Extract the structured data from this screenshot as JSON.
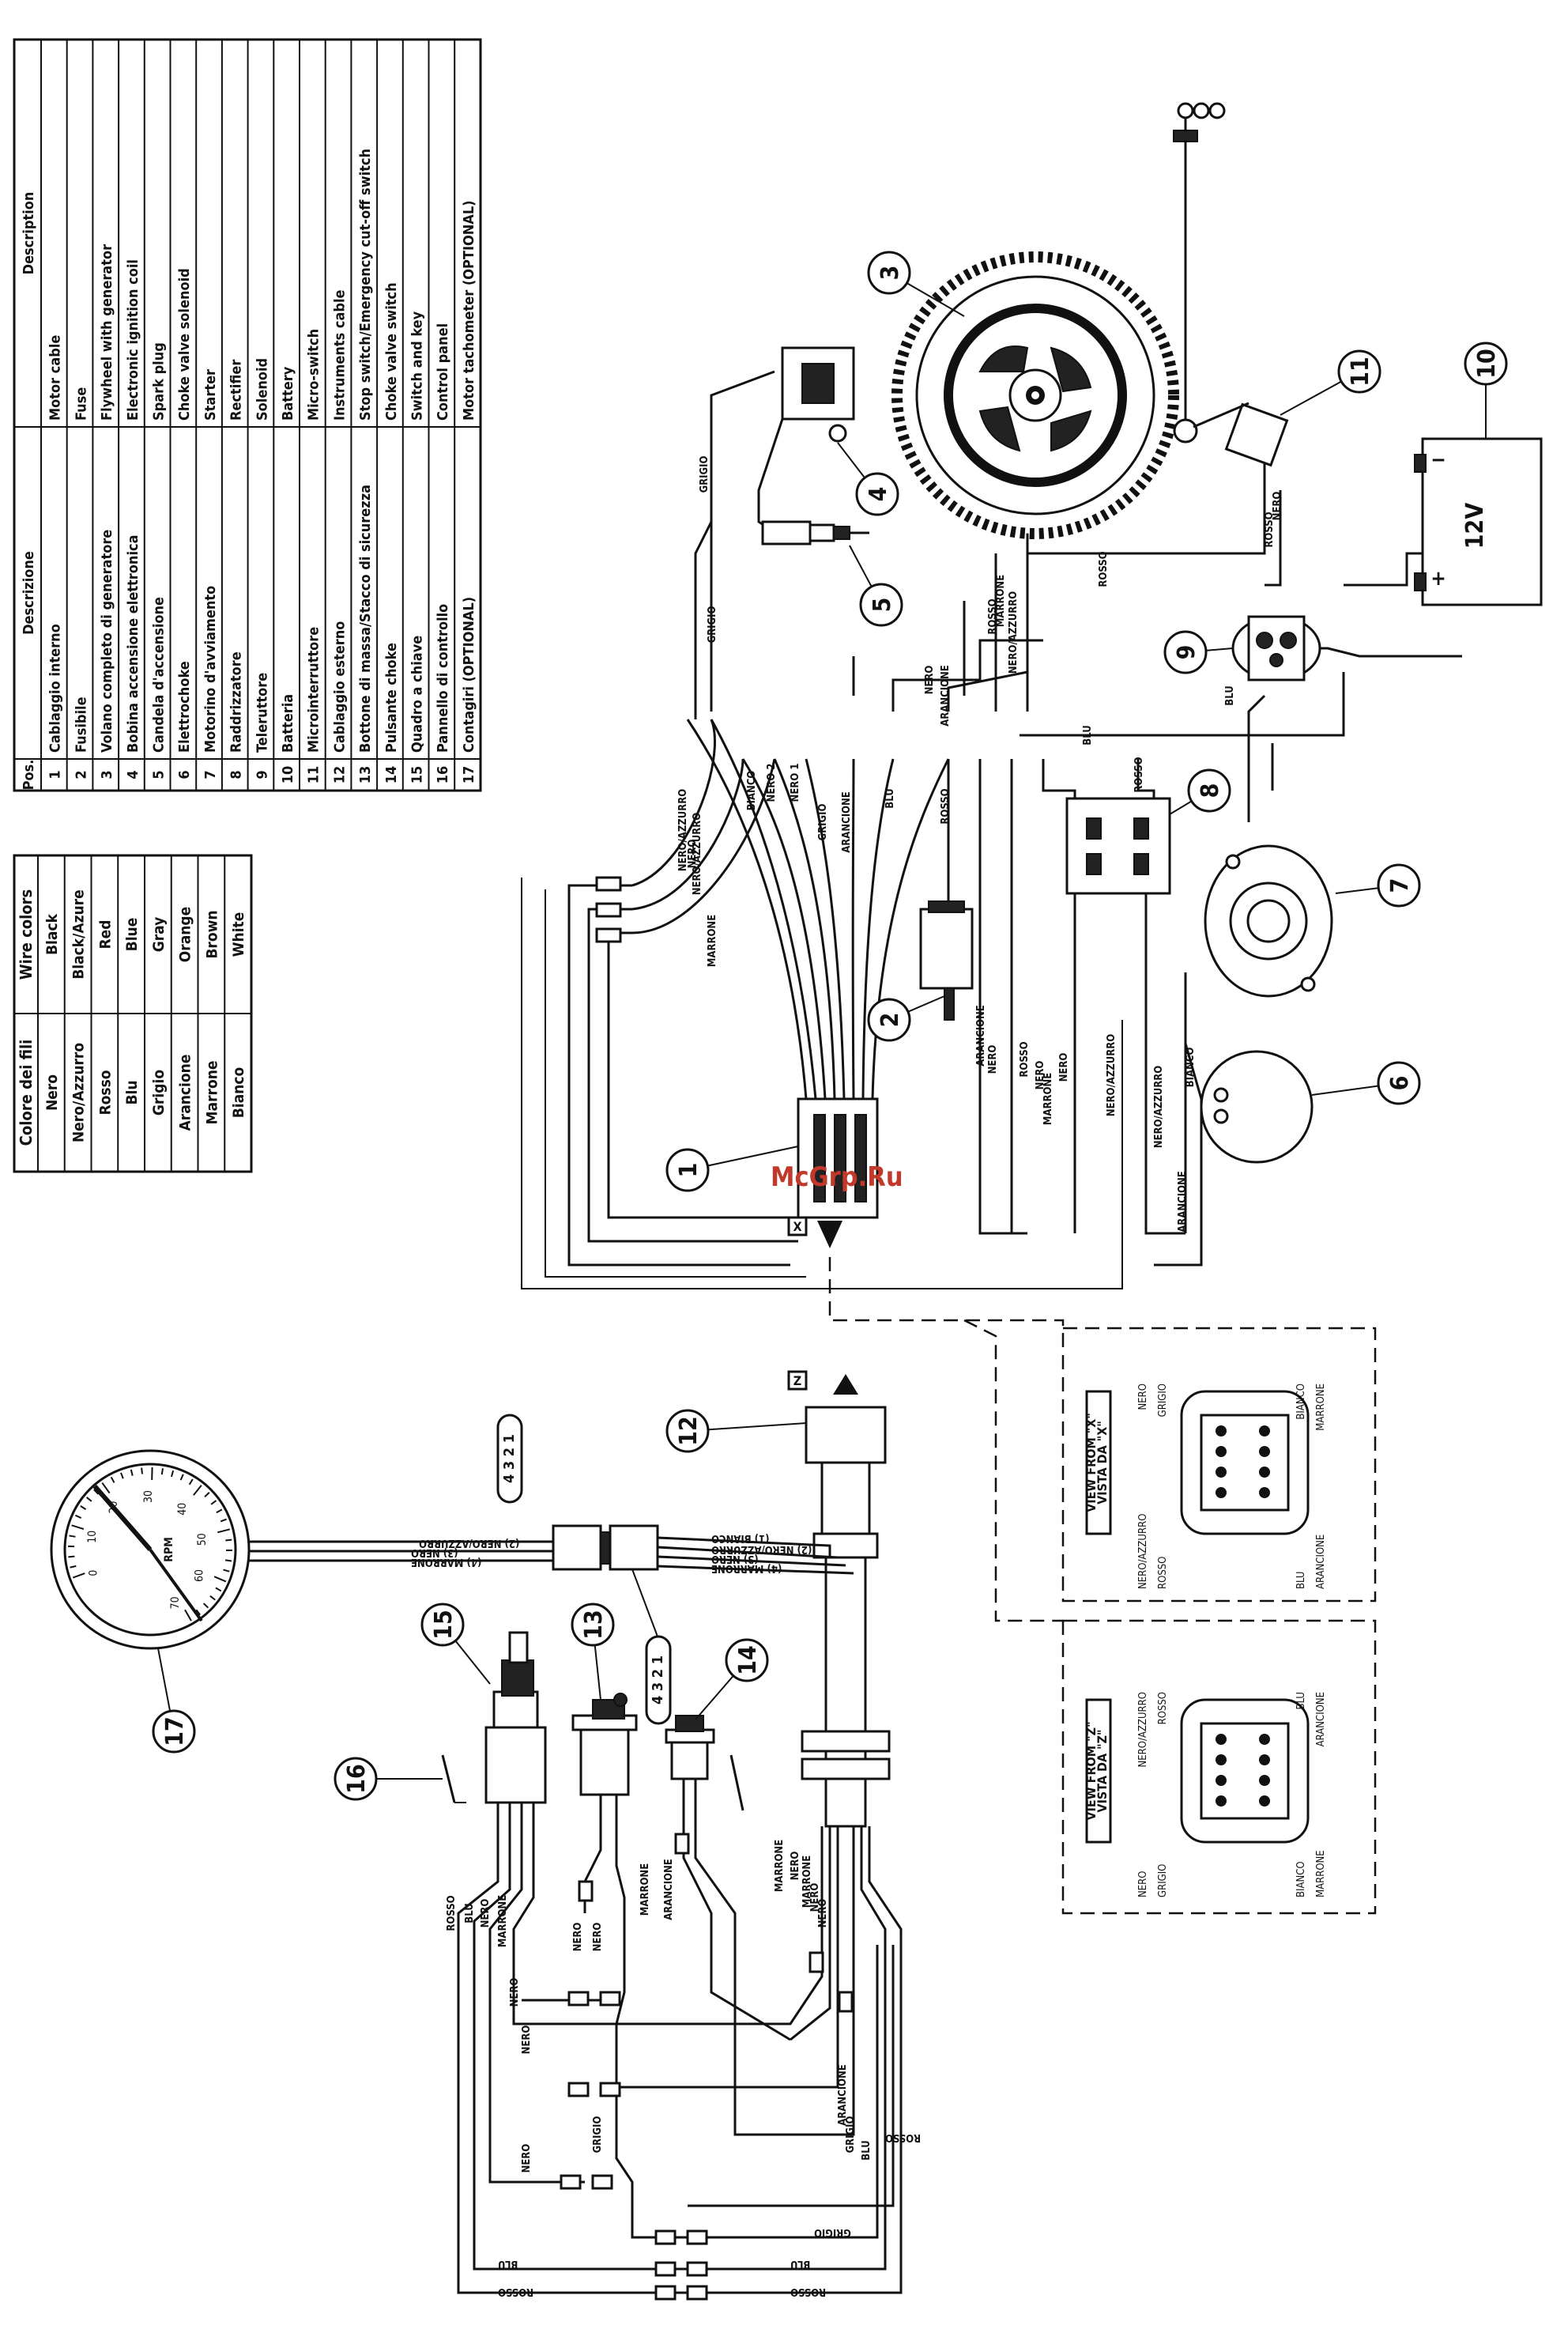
{
  "watermark": "McGrp.Ru",
  "color_table": {
    "headers": [
      "Colore dei fili",
      "Wire colors"
    ],
    "rows": [
      [
        "Nero",
        "Black"
      ],
      [
        "Nero/Azzurro",
        "Black/Azure"
      ],
      [
        "Rosso",
        "Red"
      ],
      [
        "Blu",
        "Blue"
      ],
      [
        "Grigio",
        "Gray"
      ],
      [
        "Arancione",
        "Orange"
      ],
      [
        "Marrone",
        "Brown"
      ],
      [
        "Bianco",
        "White"
      ]
    ]
  },
  "parts_table": {
    "headers": [
      "Pos.",
      "Descrizione",
      "Description"
    ],
    "rows": [
      [
        "1",
        "Cablaggio interno",
        "Motor cable"
      ],
      [
        "2",
        "Fusibile",
        "Fuse"
      ],
      [
        "3",
        "Volano completo di generatore",
        "Flywheel with generator"
      ],
      [
        "4",
        "Bobina accensione elettronica",
        "Electronic ignition coil"
      ],
      [
        "5",
        "Candela d'accensione",
        "Spark plug"
      ],
      [
        "6",
        "Elettrochoke",
        "Choke valve solenoid"
      ],
      [
        "7",
        "Motorino d'avviamento",
        "Starter"
      ],
      [
        "8",
        "Raddrizzatore",
        "Rectifier"
      ],
      [
        "9",
        "Teleruttore",
        "Solenoid"
      ],
      [
        "10",
        "Batteria",
        "Battery"
      ],
      [
        "11",
        "Microinterruttore",
        "Micro-switch"
      ],
      [
        "12",
        "Cablaggio esterno",
        "Instruments cable"
      ],
      [
        "13",
        "Bottone di massa/Stacco di sicurezza",
        "Stop switch/Emergency cut-off switch"
      ],
      [
        "14",
        "Pulsante choke",
        "Choke valve switch"
      ],
      [
        "15",
        "Quadro a chiave",
        "Switch and key"
      ],
      [
        "16",
        "Pannello di controllo",
        "Control panel"
      ],
      [
        "17",
        "Contagiri (OPTIONAL)",
        "Motor tachometer (OPTIONAL)"
      ]
    ]
  },
  "battery": {
    "voltage": "12V",
    "plus": "+",
    "minus": "−"
  },
  "tachometer": {
    "unit": "RPM",
    "scale": [
      "0",
      "10",
      "20",
      "30",
      "40",
      "50",
      "60",
      "70"
    ]
  },
  "connectors": {
    "x": "X",
    "z": "Z",
    "view_x": [
      "VIEW FROM \"X\"",
      "VISTA DA \"X\""
    ],
    "view_z": [
      "VIEW FROM \"Z\"",
      "VISTA DA \"Z\""
    ],
    "pin_order": "4 3 2 1"
  },
  "wire_labels": [
    "NERO/AZZURRO",
    "NERO",
    "MARRONE",
    "BIANCO",
    "NERO 2",
    "NERO 1",
    "GRIGIO",
    "ARANCIONE",
    "BLU",
    "ROSSO",
    "NERO/AZZURRO",
    "NERO/AZZURRO",
    "ARANCIONE",
    "BLU",
    "ROSSO",
    "ROSSO",
    "ROSSO",
    "NERO",
    "NERO",
    "BLU",
    "GRIGIO",
    "GRIGIO",
    "ROSSO",
    "ROSSO",
    "NERO",
    "ARANCIONE",
    "NERO",
    "MARRONE",
    "NERO/AZZURRO",
    "BIANCO",
    "ARANCIONE",
    "NERO/AZZURRO",
    "NERO",
    "MARRONE",
    "(1) BIANCO",
    "(2) NERO/AZZURRO",
    "(3) NERO",
    "(4) MARRONE",
    "(2) NERO/AZZURRO",
    "(3) NERO",
    "(4) MARRONE",
    "ROSSO",
    "BLU",
    "NERO",
    "MARRONE",
    "NERO",
    "NERO",
    "MARRONE",
    "ARANCIONE",
    "MARRONE",
    "NERO",
    "MARRONE",
    "NERO",
    "NERO",
    "NERO",
    "NERO",
    "NERO",
    "GRIGIO",
    "ARANCIONE",
    "GRIGIO",
    "BLU",
    "ROSSO",
    "GRIGIO",
    "BLU",
    "BLU",
    "ROSSO",
    "ROSSO"
  ],
  "pin_labels_x": [
    "NERO",
    "GRIGIO",
    "BIANCO",
    "MARRONE",
    "NERO/AZZURRO",
    "ROSSO",
    "BLU",
    "ARANCIONE"
  ],
  "pin_labels_z": [
    "NERO/AZZURRO",
    "ROSSO",
    "BLU",
    "ARANCIONE",
    "NERO",
    "GRIGIO",
    "BIANCO",
    "MARRONE"
  ],
  "callouts": [
    "1",
    "2",
    "3",
    "4",
    "5",
    "6",
    "7",
    "8",
    "9",
    "10",
    "11",
    "12",
    "13",
    "14",
    "15",
    "16",
    "17"
  ]
}
